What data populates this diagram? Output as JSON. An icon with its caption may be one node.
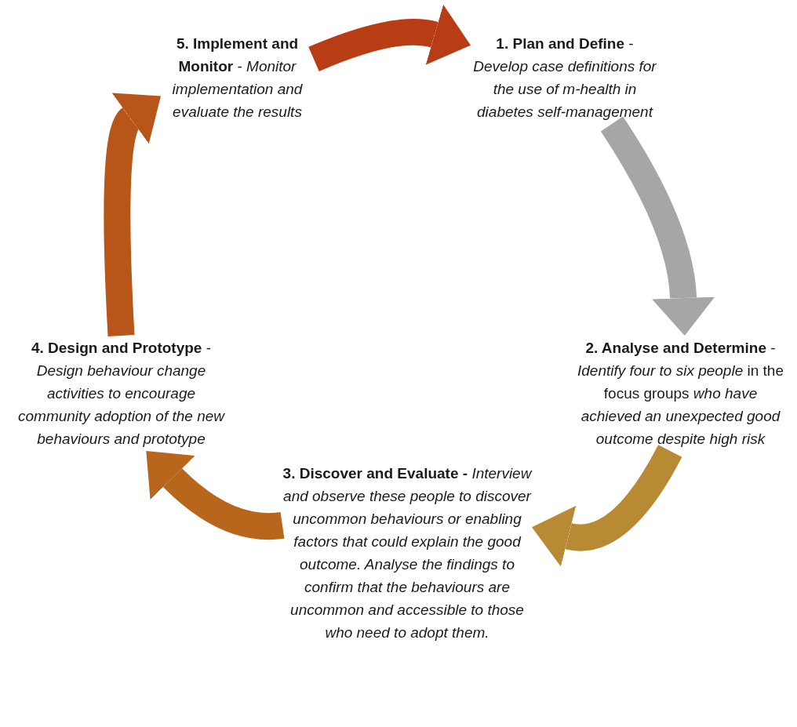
{
  "diagram": {
    "nodes": [
      {
        "text": [
          "**1. Plan and Define** - *Develop case definitions for the use of m-health in diabetes self-management*"
        ]
      },
      {
        "text": [
          "**2. Analyse and Determine** - *Identify four to six people* in the focus groups *who have achieved an unexpected good outcome despite high risk*"
        ]
      },
      {
        "text": [
          "**3. Discover and Evaluate -** *Interview and observe these people to discover uncommon behaviours or enabling factors that could explain the good outcome. Analyse the findings to confirm that the behaviours are uncommon and accessible to those who need to adopt them.*"
        ]
      },
      {
        "text": [
          "**4. Design and Prototype** - *Design behaviour change activities to encourage community adoption of the new behaviours and prototype*"
        ]
      },
      {
        "text": [
          "**5. Implement and Monitor** - *Monitor implementation and evaluate the results*"
        ]
      }
    ],
    "edges": [
      {
        "from": 4,
        "to": 0,
        "arrow": "to",
        "color": "#b83c14"
      },
      {
        "from": 0,
        "to": 1,
        "arrow": "to",
        "color": "#a6a6a6"
      },
      {
        "from": 1,
        "to": 2,
        "arrow": "to",
        "color": "#b98a34"
      },
      {
        "from": 2,
        "to": 3,
        "arrow": "to",
        "color": "#b8661c"
      },
      {
        "from": 3,
        "to": 4,
        "arrow": "to",
        "color": "#b8561a"
      }
    ]
  }
}
